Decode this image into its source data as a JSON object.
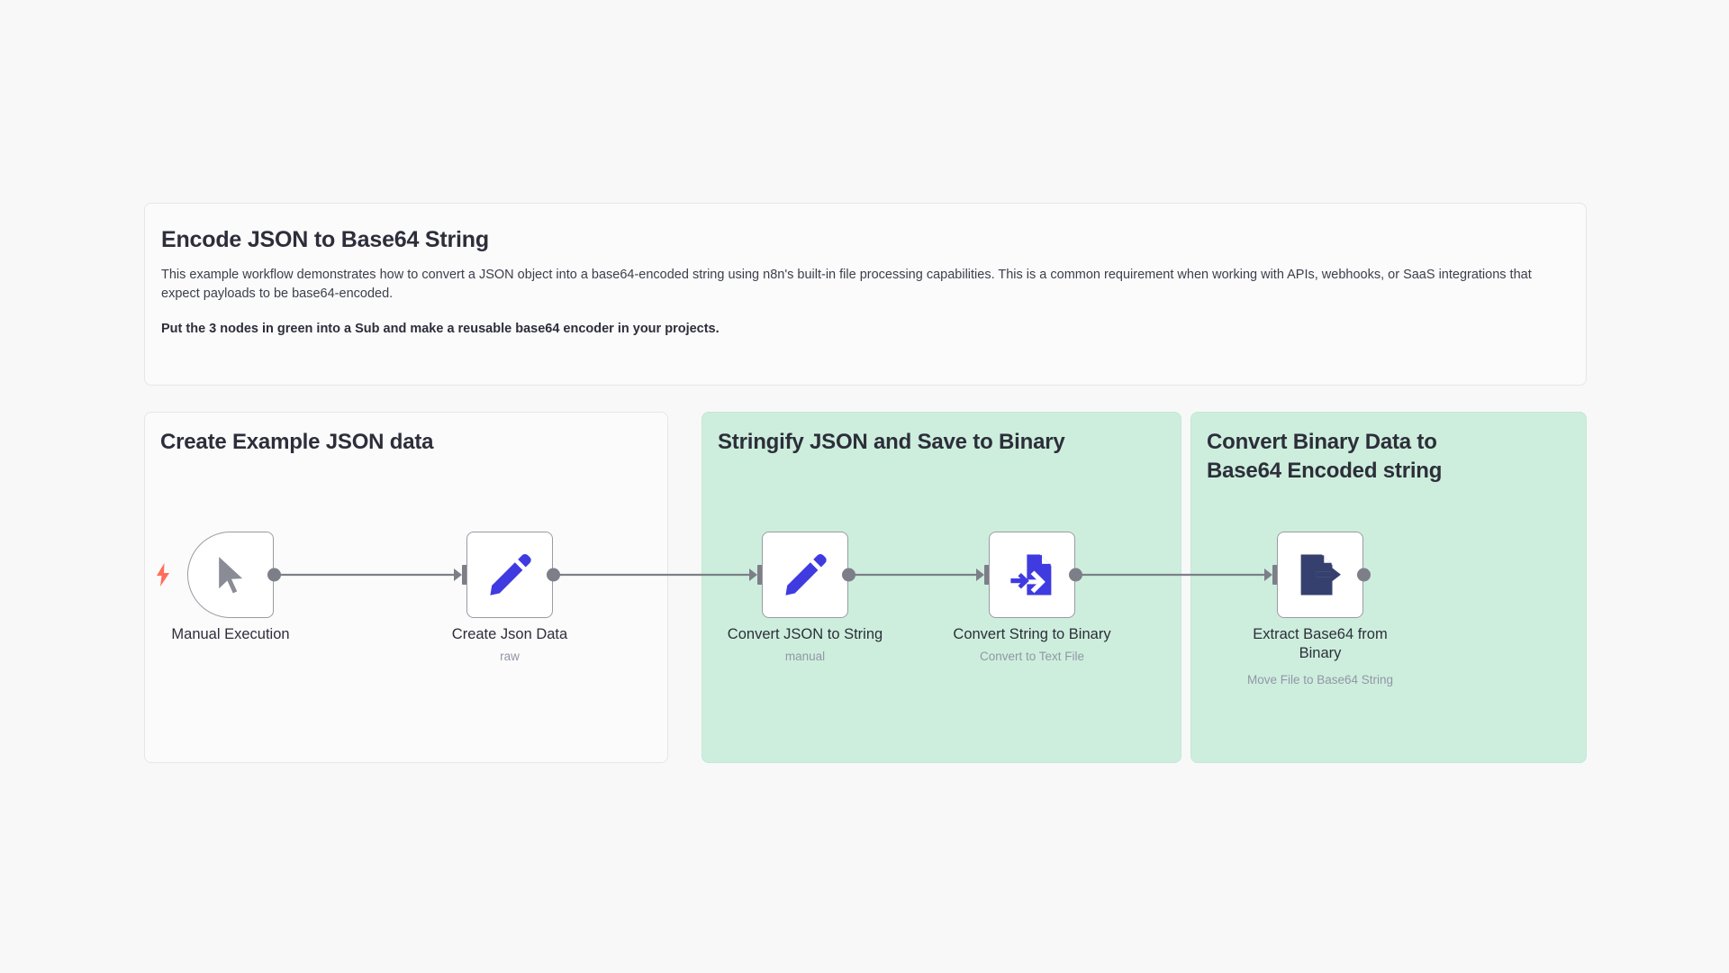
{
  "canvas": {
    "background": "#f8f8f9"
  },
  "sticky_note": {
    "title": "Encode JSON to Base64 String",
    "paragraph": "This example workflow demonstrates how to convert a JSON object into a base64-encoded string using n8n's built-in file processing capabilities. This is a common requirement when working with APIs, webhooks, or SaaS integrations that expect payloads to be base64-encoded.",
    "bold_note": "Put the 3 nodes in green into a Sub and make a reusable base64 encoder in your projects."
  },
  "groups": [
    {
      "id": "group-a",
      "title": "Create Example JSON data",
      "color": "#fbfbfc",
      "border": "#e6e6e9"
    },
    {
      "id": "group-b",
      "title": "Stringify JSON and Save to Binary",
      "color": "#cdeedd",
      "border": "#c3e8d5"
    },
    {
      "id": "group-c",
      "title": "Convert Binary Data to Base64 Encoded string",
      "color": "#cdeedd",
      "border": "#c3e8d5"
    }
  ],
  "nodes": [
    {
      "id": "node-manual",
      "label": "Manual Execution",
      "subtitle": "",
      "icon": "cursor-pointer-icon",
      "icon_color": "#8a8c95",
      "type": "trigger",
      "has_bolt": true,
      "has_input": false,
      "has_output": true
    },
    {
      "id": "node-createjson",
      "label": "Create Json Data",
      "subtitle": "raw",
      "icon": "pencil-icon",
      "icon_color": "#3f3be0",
      "type": "regular",
      "has_bolt": false,
      "has_input": true,
      "has_output": true
    },
    {
      "id": "node-jsonstr",
      "label": "Convert JSON to String",
      "subtitle": "manual",
      "icon": "pencil-icon",
      "icon_color": "#3f3be0",
      "type": "regular",
      "has_bolt": false,
      "has_input": true,
      "has_output": true
    },
    {
      "id": "node-strbin",
      "label": "Convert String to Binary",
      "subtitle": "Convert to Text File",
      "icon": "file-import-icon",
      "icon_color": "#3f3be0",
      "type": "regular",
      "has_bolt": false,
      "has_input": true,
      "has_output": true
    },
    {
      "id": "node-extract",
      "label": "Extract Base64 from Binary",
      "subtitle": "Move File to Base64 String",
      "icon": "file-export-icon",
      "icon_color": "#36406e",
      "type": "regular",
      "has_bolt": false,
      "has_input": true,
      "has_output": true
    }
  ],
  "connections": [
    {
      "from": "node-manual",
      "to": "node-createjson"
    },
    {
      "from": "node-createjson",
      "to": "node-jsonstr"
    },
    {
      "from": "node-jsonstr",
      "to": "node-strbin"
    },
    {
      "from": "node-strbin",
      "to": "node-extract"
    }
  ],
  "colors": {
    "wire": "#7d7f88",
    "bolt": "#ff6d5a",
    "node_border": "#9a9ba3",
    "node_label": "#2d2e3a",
    "node_subtitle": "#9196a5"
  }
}
